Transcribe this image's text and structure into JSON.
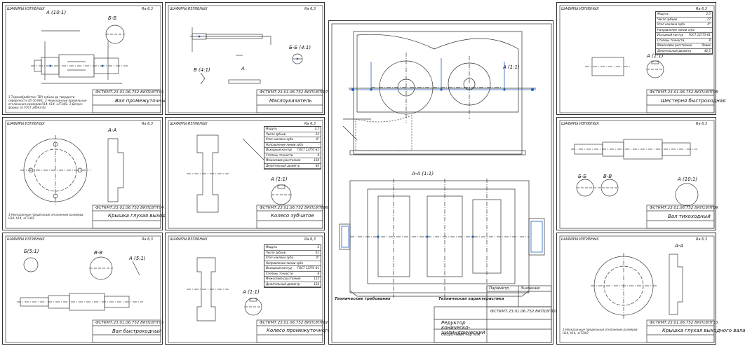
{
  "sheets": {
    "s1": {
      "corner": "ШАФИРЫ ИЗГИБНЫХ",
      "rough": "Ra 6,3",
      "views": [
        "А (10:1)",
        "Б-Б"
      ],
      "code": "ФСТКМТ.23.01.06.752 ВКП18ПТ05",
      "title": "Вал промежуточный",
      "notes": "1 Термообработка: ТВЧ зубьев до твердости поверхности 45-50 HRC. 2 Неуказанные предельные отклонения размеров H14, h14, ±IT14/2. 3 Допуск формы по ГОСТ 24643-81."
    },
    "s2": {
      "corner": "ШАФИРЫ ИЗГИБНЫХ",
      "rough": "Ra 6,3",
      "views": [
        "Б-Б (4:1)",
        "В (4:1)",
        "А"
      ],
      "code": "ФСТКМТ.23.01.06.752 ВКП18ПТ07",
      "title": "Маслоуказатель"
    },
    "s3": {
      "corner": "ШАФИРЫ ИЗГИБНЫХ",
      "rough": "Ra 6,3",
      "views": [
        "А-А"
      ],
      "code": "ФСТКМТ.23.01.06.752 ВКП18ПТ04",
      "title": "Крышка глухая выходного вала",
      "notes": "1 Неуказанные предельные отклонения размеров H14, h14, ±IT14/2"
    },
    "s4": {
      "corner": "ШАФИРЫ ИЗГИБНЫХ",
      "rough": "Ra 6,3",
      "views": [
        "А (1:1)"
      ],
      "code": "ФСТКМТ.23.01.06.752 ВКП18ПТ06",
      "title": "Колесо зубчатое",
      "params": [
        "Модуль",
        "Число зубьев",
        "Угол наклона зуба",
        "Направление линии зуба",
        "Исходный контур",
        "Степень точности",
        "Межосевое расстояние",
        "Делительный диаметр"
      ],
      "values": [
        "2,5",
        "32",
        "0°",
        "-",
        "ГОСТ 13755-81",
        "8",
        "160",
        "80"
      ]
    },
    "s5": {
      "corner": "ШАФИРЫ ИЗГИБНЫХ",
      "rough": "Ra 6,3",
      "views": [
        "Б(5:1)",
        "В-В",
        "А (5:1)"
      ],
      "code": "ФСТКМТ.23.01.06.752 ВКП18ПТ03",
      "title": "Вал быстроходный"
    },
    "s6": {
      "corner": "ШАФИРЫ ИЗГИБНЫХ",
      "rough": "Ra 6,3",
      "views": [
        "А (1:1)"
      ],
      "code": "ФСТКМТ.23.01.06.752 ВКП18ПТ02",
      "title": "Колесо промежуточного вала",
      "params": [
        "Модуль",
        "Число зубьев",
        "Угол наклона зуба",
        "Направление линии зуба",
        "Исходный контур",
        "Степень точности",
        "Межосевое расстояние",
        "Делительный диаметр"
      ],
      "values": [
        "2",
        "61",
        "0°",
        "-",
        "ГОСТ 13755-81",
        "8",
        "125",
        "122"
      ]
    },
    "main": {
      "views": [
        "А-А (1:1)",
        "А (1:1)"
      ],
      "code": "ФСТКМТ.23.01.06.752 ВКП18ПТ00СБ",
      "title": "Редуктор коническо-цилиндрический",
      "subtitle": "Сборочный чертеж",
      "tech_title": "Технические требования",
      "char_title": "Техническая характеристика",
      "spec_headers": [
        "Параметр",
        "Значение"
      ]
    },
    "s7": {
      "corner": "ШАФИРЫ ИЗГИБНЫХ",
      "rough": "Ra 6,3",
      "views": [
        "А (1:1)"
      ],
      "code": "ФСТКМТ.23.01.06.752 ВКП18ПТ08",
      "title": "Шестерня быстроходная",
      "params": [
        "Модуль",
        "Число зубьев",
        "Угол наклона зуба",
        "Направление линии зуба",
        "Исходный контур",
        "Степень точности",
        "Межосевое расстояние",
        "Делительный диаметр"
      ],
      "values": [
        "2,5",
        "17",
        "0°",
        "-",
        "ГОСТ 13755-81",
        "8",
        "Левое",
        "42,5"
      ]
    },
    "s8": {
      "corner": "ШАФИРЫ ИЗГИБНЫХ",
      "rough": "Ra 6,3",
      "views": [
        "Б-Б",
        "В-В",
        "А (10:1)"
      ],
      "code": "ФСТКМТ.23.01.06.752 ВКП18ПТ09",
      "title": "Вал тихоходный"
    },
    "s9": {
      "corner": "ШАФИРЫ ИЗГИБНЫХ",
      "rough": "Ra 6,3",
      "views": [
        "А-А"
      ],
      "code": "ФСТКМТ.23.01.06.752 ВКП18ПТ10",
      "title": "Крышка глухая выходного вала",
      "notes": "1 Неуказанные предельные отклонения размеров H14, h14, ±IT14/2"
    }
  }
}
